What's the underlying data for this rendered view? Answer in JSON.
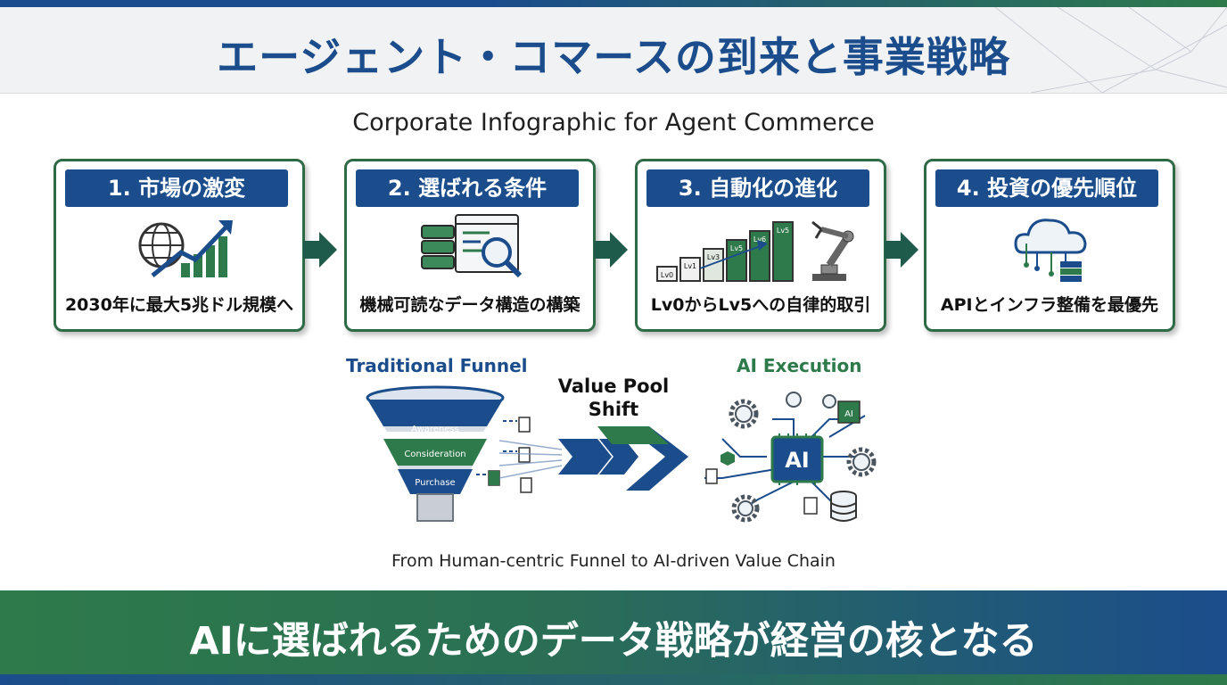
{
  "header": {
    "title": "エージェント・コマースの到来と事業戦略"
  },
  "subtitle": "Corporate Infographic for Agent Commerce",
  "steps": [
    {
      "title": "1. 市場の激変",
      "caption": "2030年に最大5兆ドル規模へ",
      "icon": "globe-growth-chart-icon"
    },
    {
      "title": "2. 選ばれる条件",
      "caption": "機械可読なデータ構造の構築",
      "icon": "server-magnifier-icon"
    },
    {
      "title": "3. 自動化の進化",
      "caption": "Lv0からLv5への自律的取引",
      "icon": "level-bars-robot-arm-icon"
    },
    {
      "title": "4. 投資の優先順位",
      "caption": "APIとインフラ整備を最優先",
      "icon": "cloud-network-icon"
    }
  ],
  "level_bars": [
    "Lv0",
    "Lv1",
    "Lv3",
    "Lv5",
    "Lv6",
    "Lv5"
  ],
  "diagram": {
    "traditional_label": "Traditional Funnel",
    "funnel_stages": [
      "Awareness",
      "Consideration",
      "Purchase"
    ],
    "shift_label_line1": "Value Pool",
    "shift_label_line2": "Shift",
    "ai_label": "AI Execution",
    "ai_chip_label": "AI",
    "ai_small_chip_label": "AI",
    "caption": "From Human-centric Funnel to AI-driven Value Chain"
  },
  "footer": {
    "text": "AIに選ばれるためのデータ戦略が経営の核となる"
  },
  "colors": {
    "navy": "#1b4d8c",
    "green": "#2e7a4a",
    "dark_green_border": "#2e6a46"
  }
}
